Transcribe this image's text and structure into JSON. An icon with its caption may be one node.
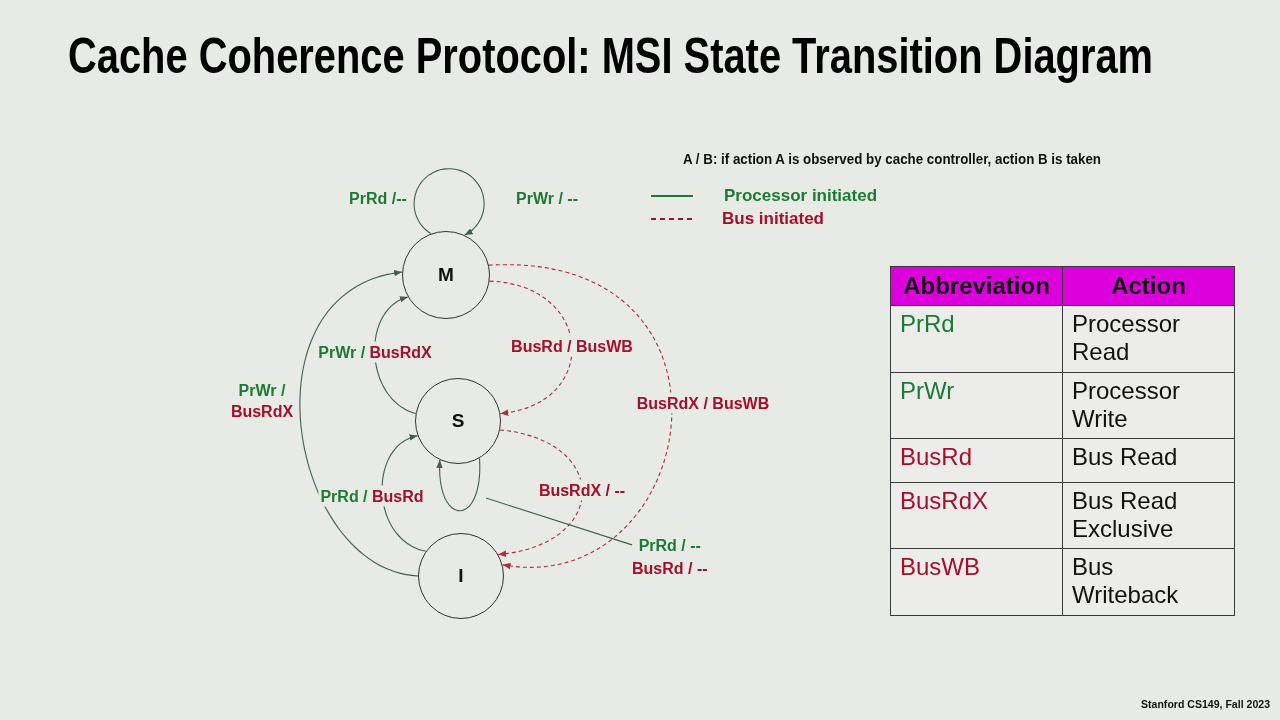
{
  "diagram": {
    "title": "Cache Coherence Protocol: MSI State Transition Diagram",
    "nodes": [
      {
        "text": [
          "M"
        ]
      },
      {
        "text": [
          "S"
        ]
      },
      {
        "text": [
          "I"
        ]
      },
      {
        "text": [
          "PrRd / --",
          "BusRd / --"
        ]
      }
    ],
    "edges": [
      {
        "from": 0,
        "to": 0,
        "arrow": "to",
        "label": "PrRd /--"
      },
      {
        "from": 2,
        "to": 0,
        "arrow": "to",
        "label": "PrWr / BusRdX"
      },
      {
        "from": 1,
        "to": 0,
        "arrow": "to",
        "label": "PrWr / BusRdX"
      },
      {
        "from": 0,
        "to": 1,
        "arrow": "to",
        "label": "BusRd / BusWB",
        "style": "dashed",
        "color": "#b22a3c"
      },
      {
        "from": 0,
        "to": 2,
        "arrow": "to",
        "label": "BusRdX / BusWB",
        "style": "dashed",
        "color": "#b22a3c"
      },
      {
        "from": 2,
        "to": 1,
        "arrow": "to",
        "label": "PrRd / BusRd"
      },
      {
        "from": 1,
        "to": 2,
        "arrow": "to",
        "label": "BusRdX / --",
        "style": "dashed",
        "color": "#b22a3c"
      },
      {
        "from": 1,
        "to": 1,
        "arrow": "to"
      },
      {
        "from": 3,
        "to": null,
        "arrow": "none"
      }
    ],
    "labels": [
      "A / B: if action A is observed by cache controller, action B is taken",
      "PrWr / --",
      "Abbreviation",
      "Action",
      "PrRd",
      "Processor Read",
      "PrWr",
      "Processor Write",
      "BusRd",
      "Bus Read",
      "BusRdX",
      "Bus Read Exclusive",
      "BusWB",
      "Bus Writeback",
      "Stanford CS149, Fall 2023"
    ],
    "legend": [
      {
        "text": "Processor initiated"
      },
      {
        "text": "Bus initiated"
      }
    ]
  }
}
